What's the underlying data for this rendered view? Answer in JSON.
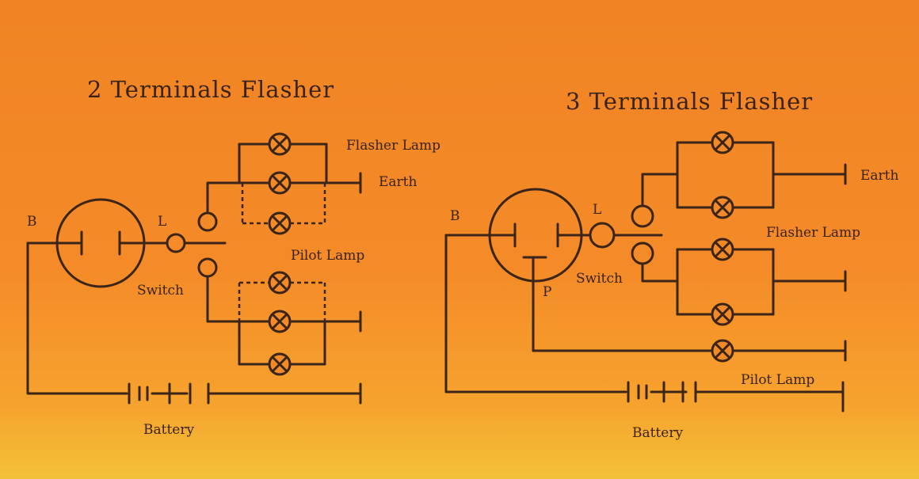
{
  "left": {
    "title": "2 Terminals Flasher",
    "labels": {
      "b": "B",
      "l": "L",
      "switch": "Switch",
      "flasher_lamp": "Flasher Lamp",
      "earth": "Earth",
      "pilot_lamp": "Pilot Lamp",
      "battery": "Battery"
    }
  },
  "right": {
    "title": "3 Terminals Flasher",
    "labels": {
      "b": "B",
      "l": "L",
      "p": "P",
      "switch": "Switch",
      "earth": "Earth",
      "flasher_lamp": "Flasher Lamp",
      "pilot_lamp": "Pilot Lamp",
      "battery": "Battery"
    }
  },
  "colors": {
    "background": "#f08424",
    "ink": "#3b2418"
  }
}
